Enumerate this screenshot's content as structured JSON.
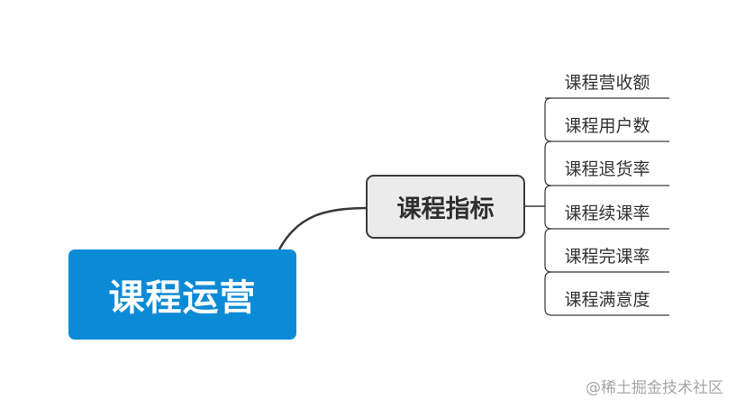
{
  "mindmap": {
    "root": {
      "label": "课程运营"
    },
    "branch": {
      "label": "课程指标",
      "children": [
        "课程营收额",
        "课程用户数",
        "课程退货率",
        "课程续课率",
        "课程完课率",
        "课程满意度"
      ]
    }
  },
  "watermark": "@稀土掘金技术社区",
  "colors": {
    "root_fill": "#0b8ad6",
    "branch_fill": "#ebebeb",
    "branch_border": "#3a3a3a",
    "connector": "#3a3a3a"
  }
}
